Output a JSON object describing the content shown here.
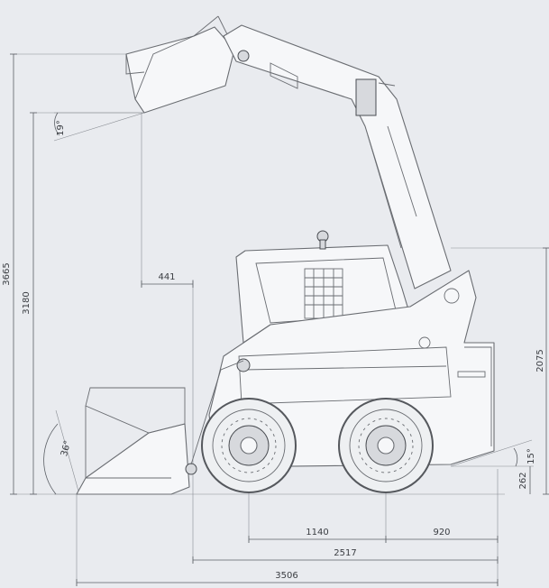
{
  "colors": {
    "background": "#e9ebef",
    "lines": "#5c6066",
    "body": "#f6f7f9"
  },
  "dimensions": {
    "max_height": "3665",
    "pin_height": "3180",
    "reach": "441",
    "overall_height": "2075",
    "wheelbase": "1140",
    "rear_overhang": "920",
    "length_no_bucket": "2517",
    "overall_length": "3506",
    "ground_clearance": "262"
  },
  "angles": {
    "dump_angle": "19°",
    "rollback_angle": "36°",
    "departure_angle": "15°"
  }
}
